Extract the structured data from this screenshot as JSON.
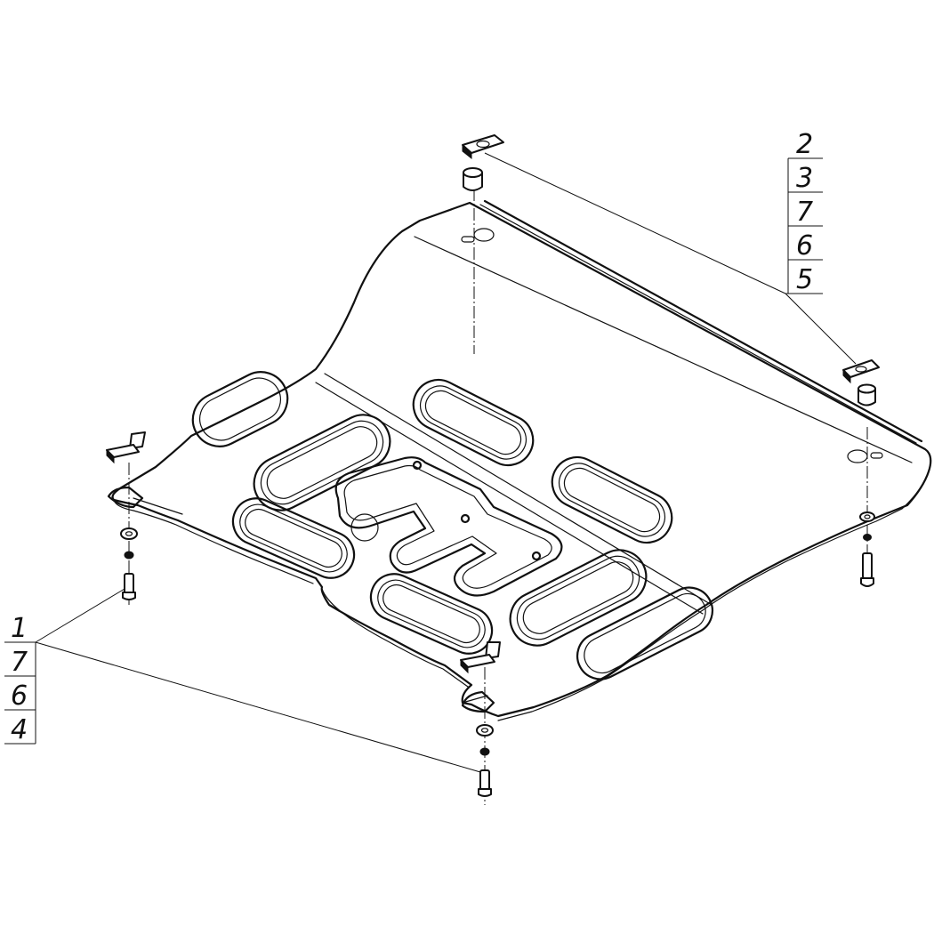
{
  "callouts": {
    "upper_right": [
      "2",
      "3",
      "7",
      "6",
      "5"
    ],
    "lower_left": [
      "1",
      "7",
      "6",
      "4"
    ]
  }
}
